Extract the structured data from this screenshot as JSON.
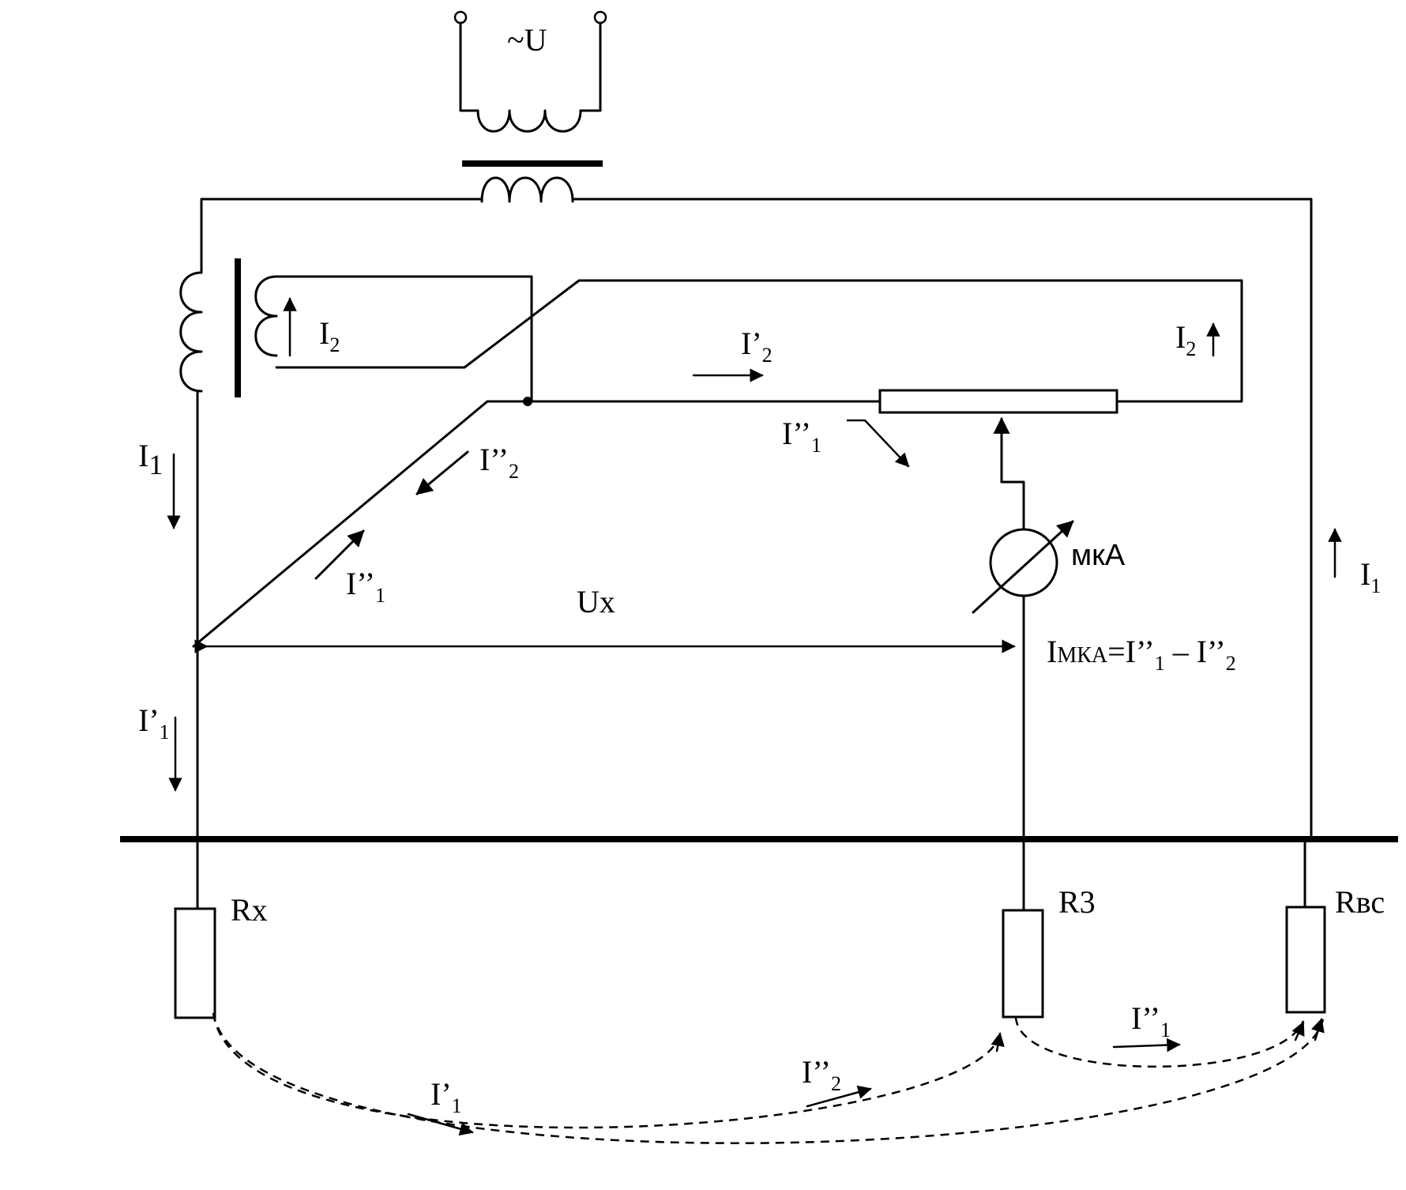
{
  "labels": {
    "source": "~U",
    "i1_left": "I",
    "i1_left_sub": "1",
    "i1_right": "I",
    "i1_right_sub": "1",
    "i2_coil": "I",
    "i2_coil_sub": "2",
    "i2_right": "I",
    "i2_right_sub": "2",
    "i_prime_2": "I’",
    "i_prime_2_sub": "2",
    "i_dprime_2_diag": "I’’",
    "i_dprime_2_diag_sub": "2",
    "i_dprime_1_diag": "I’’",
    "i_dprime_1_diag_sub": "1",
    "i_dprime_1_rheo": "I’’",
    "i_dprime_1_rheo_sub": "1",
    "microammeter": "мкА",
    "ux": "Ux",
    "imka_formula_main": "I",
    "imka_formula_sub": "МКА",
    "imka_formula_rest_1": "=I’’",
    "imka_formula_rest_1_sub": "1",
    "imka_formula_rest_2": " – I’’",
    "imka_formula_rest_2_sub": "2",
    "i_prime_1_left": "I’",
    "i_prime_1_left_sub": "1",
    "rx": "Rx",
    "rz": "R3",
    "rvs": "Rвс",
    "i_prime_1_bottom": "I’",
    "i_prime_1_bottom_sub": "1",
    "i_dprime_2_bottom": "I’’",
    "i_dprime_2_bottom_sub": "2",
    "i_dprime_1_bottom": "I’’",
    "i_dprime_1_bottom_sub": "1"
  }
}
